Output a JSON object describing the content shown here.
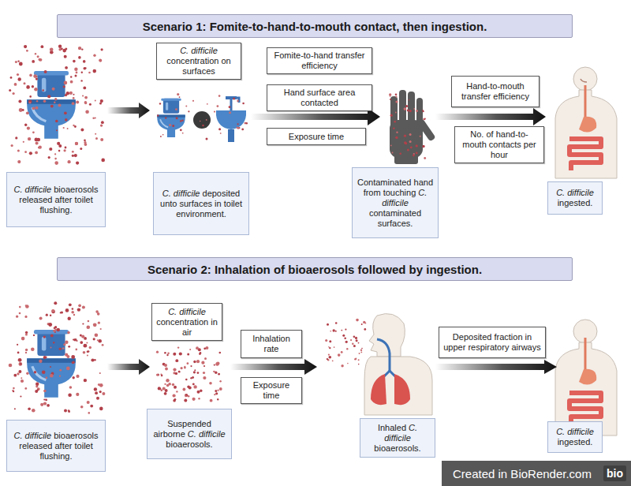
{
  "diagram": {
    "nodes": [
      {
        "text": [
          "Scenario 1: Fomite-to-hand-to-mouth contact, then ingestion."
        ]
      },
      {
        "text": [
          "C. difficile concentration on surfaces"
        ]
      },
      {
        "text": [
          "Fomite-to-hand transfer efficiency"
        ]
      },
      {
        "text": [
          "Hand surface area contacted"
        ]
      },
      {
        "text": [
          "Exposure time"
        ]
      },
      {
        "text": [
          "Hand-to-mouth transfer efficiency"
        ]
      },
      {
        "text": [
          "No. of hand-to-mouth contacts per hour"
        ]
      },
      {
        "text": [
          "C. difficile bioaerosols released after toilet flushing."
        ]
      },
      {
        "text": [
          "C. difficile deposited unto surfaces in toilet environment."
        ]
      },
      {
        "text": [
          "Contaminated hand from touching C. difficile contaminated surfaces."
        ]
      },
      {
        "text": [
          "C. difficile ingested."
        ]
      },
      {
        "text": [
          "Scenario 2: Inhalation of bioaerosols followed by ingestion."
        ]
      },
      {
        "text": [
          "C. difficile concentration in air"
        ]
      },
      {
        "text": [
          "Inhalation rate"
        ]
      },
      {
        "text": [
          "Exposure time"
        ]
      },
      {
        "text": [
          "Deposited fraction in upper respiratory airways"
        ]
      },
      {
        "text": [
          "C. difficile bioaerosols released after toilet flushing."
        ]
      },
      {
        "text": [
          "Suspended airborne C. difficile bioaerosols."
        ]
      },
      {
        "text": [
          "Inhaled C. difficile bioaerosols."
        ]
      },
      {
        "text": [
          "C. difficile ingested."
        ]
      }
    ],
    "labels": [
      "Created in BioRender.com",
      "bio"
    ]
  }
}
